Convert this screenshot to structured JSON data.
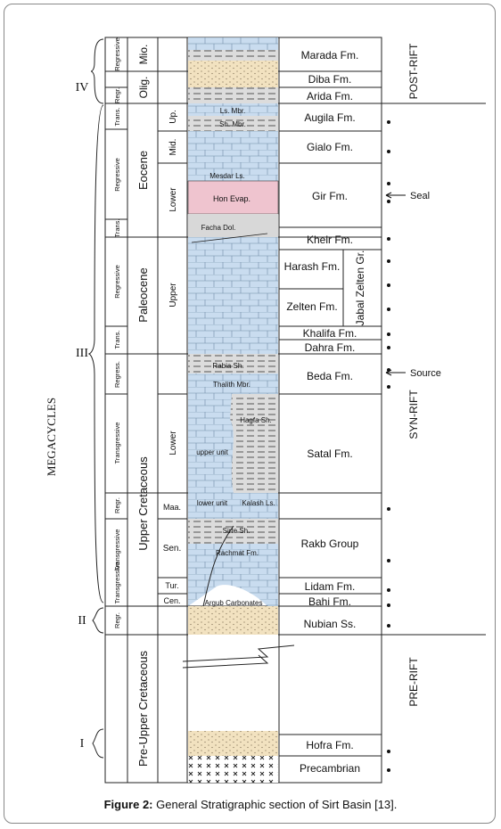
{
  "figure": {
    "caption_label": "Figure 2:",
    "caption_text": " General Stratigraphic section of Sirt Basin [13]."
  },
  "megacycles": {
    "label": "MEGACYCLES",
    "items": [
      "IV",
      "III",
      "II",
      "I"
    ]
  },
  "cycles": [
    "Regressive",
    "Regr.",
    "Trans.",
    "Regressive",
    "Trans.",
    "Regressive",
    "Trans.",
    "Regress.",
    "Transgressive",
    "Regr.",
    "Transgressive",
    "Transgressive",
    "Regr."
  ],
  "epochs": [
    "Mio.",
    "Olig.",
    "Eocene",
    "Paleocene",
    "Upper Cretaceous",
    "Pre-Upper Cretaceous"
  ],
  "ages": [
    "Up.",
    "Mid.",
    "Lower",
    "Upper",
    "Lower",
    "Maa.",
    "Sen.",
    "Tur.",
    "Cen."
  ],
  "lithology_labels": [
    "Ls. Mbr.",
    "Sh. Mbr.",
    "Mesdar Ls.",
    "Hon Evap.",
    "Facha Dol.",
    "Rabia Sh.",
    "Thalith Mbr.",
    "Hagfa Sh.",
    "upper unit",
    "lower unit",
    "Kalash Ls.",
    "Sirte Sh.",
    "Rachmat Fm.",
    "Argub Carbonates"
  ],
  "formations": [
    "Marada Fm.",
    "Diba Fm.",
    "Arida Fm.",
    "Augila Fm.",
    "Gialo Fm.",
    "Gir Fm.",
    "Kheir Fm.",
    "Harash Fm.",
    "Zelten Fm.",
    "Jabal Zelten Gr.",
    "Khalifa Fm.",
    "Dahra Fm.",
    "Beda Fm.",
    "Satal Fm.",
    "Rakb Group",
    "Lidam Fm.",
    "Bahi Fm.",
    "Nubian Ss.",
    "Hofra Fm.",
    "Precambrian"
  ],
  "annotations": {
    "seal": "Seal",
    "source": "Source"
  },
  "tectonic_phases": [
    "POST-RIFT",
    "SYN-RIFT",
    "PRE-RIFT"
  ],
  "colors": {
    "carbonate": "#c9dcef",
    "evaporite": "#efc4cf",
    "sand": "#f2e2c0",
    "dolomite": "#d8d8d8"
  }
}
